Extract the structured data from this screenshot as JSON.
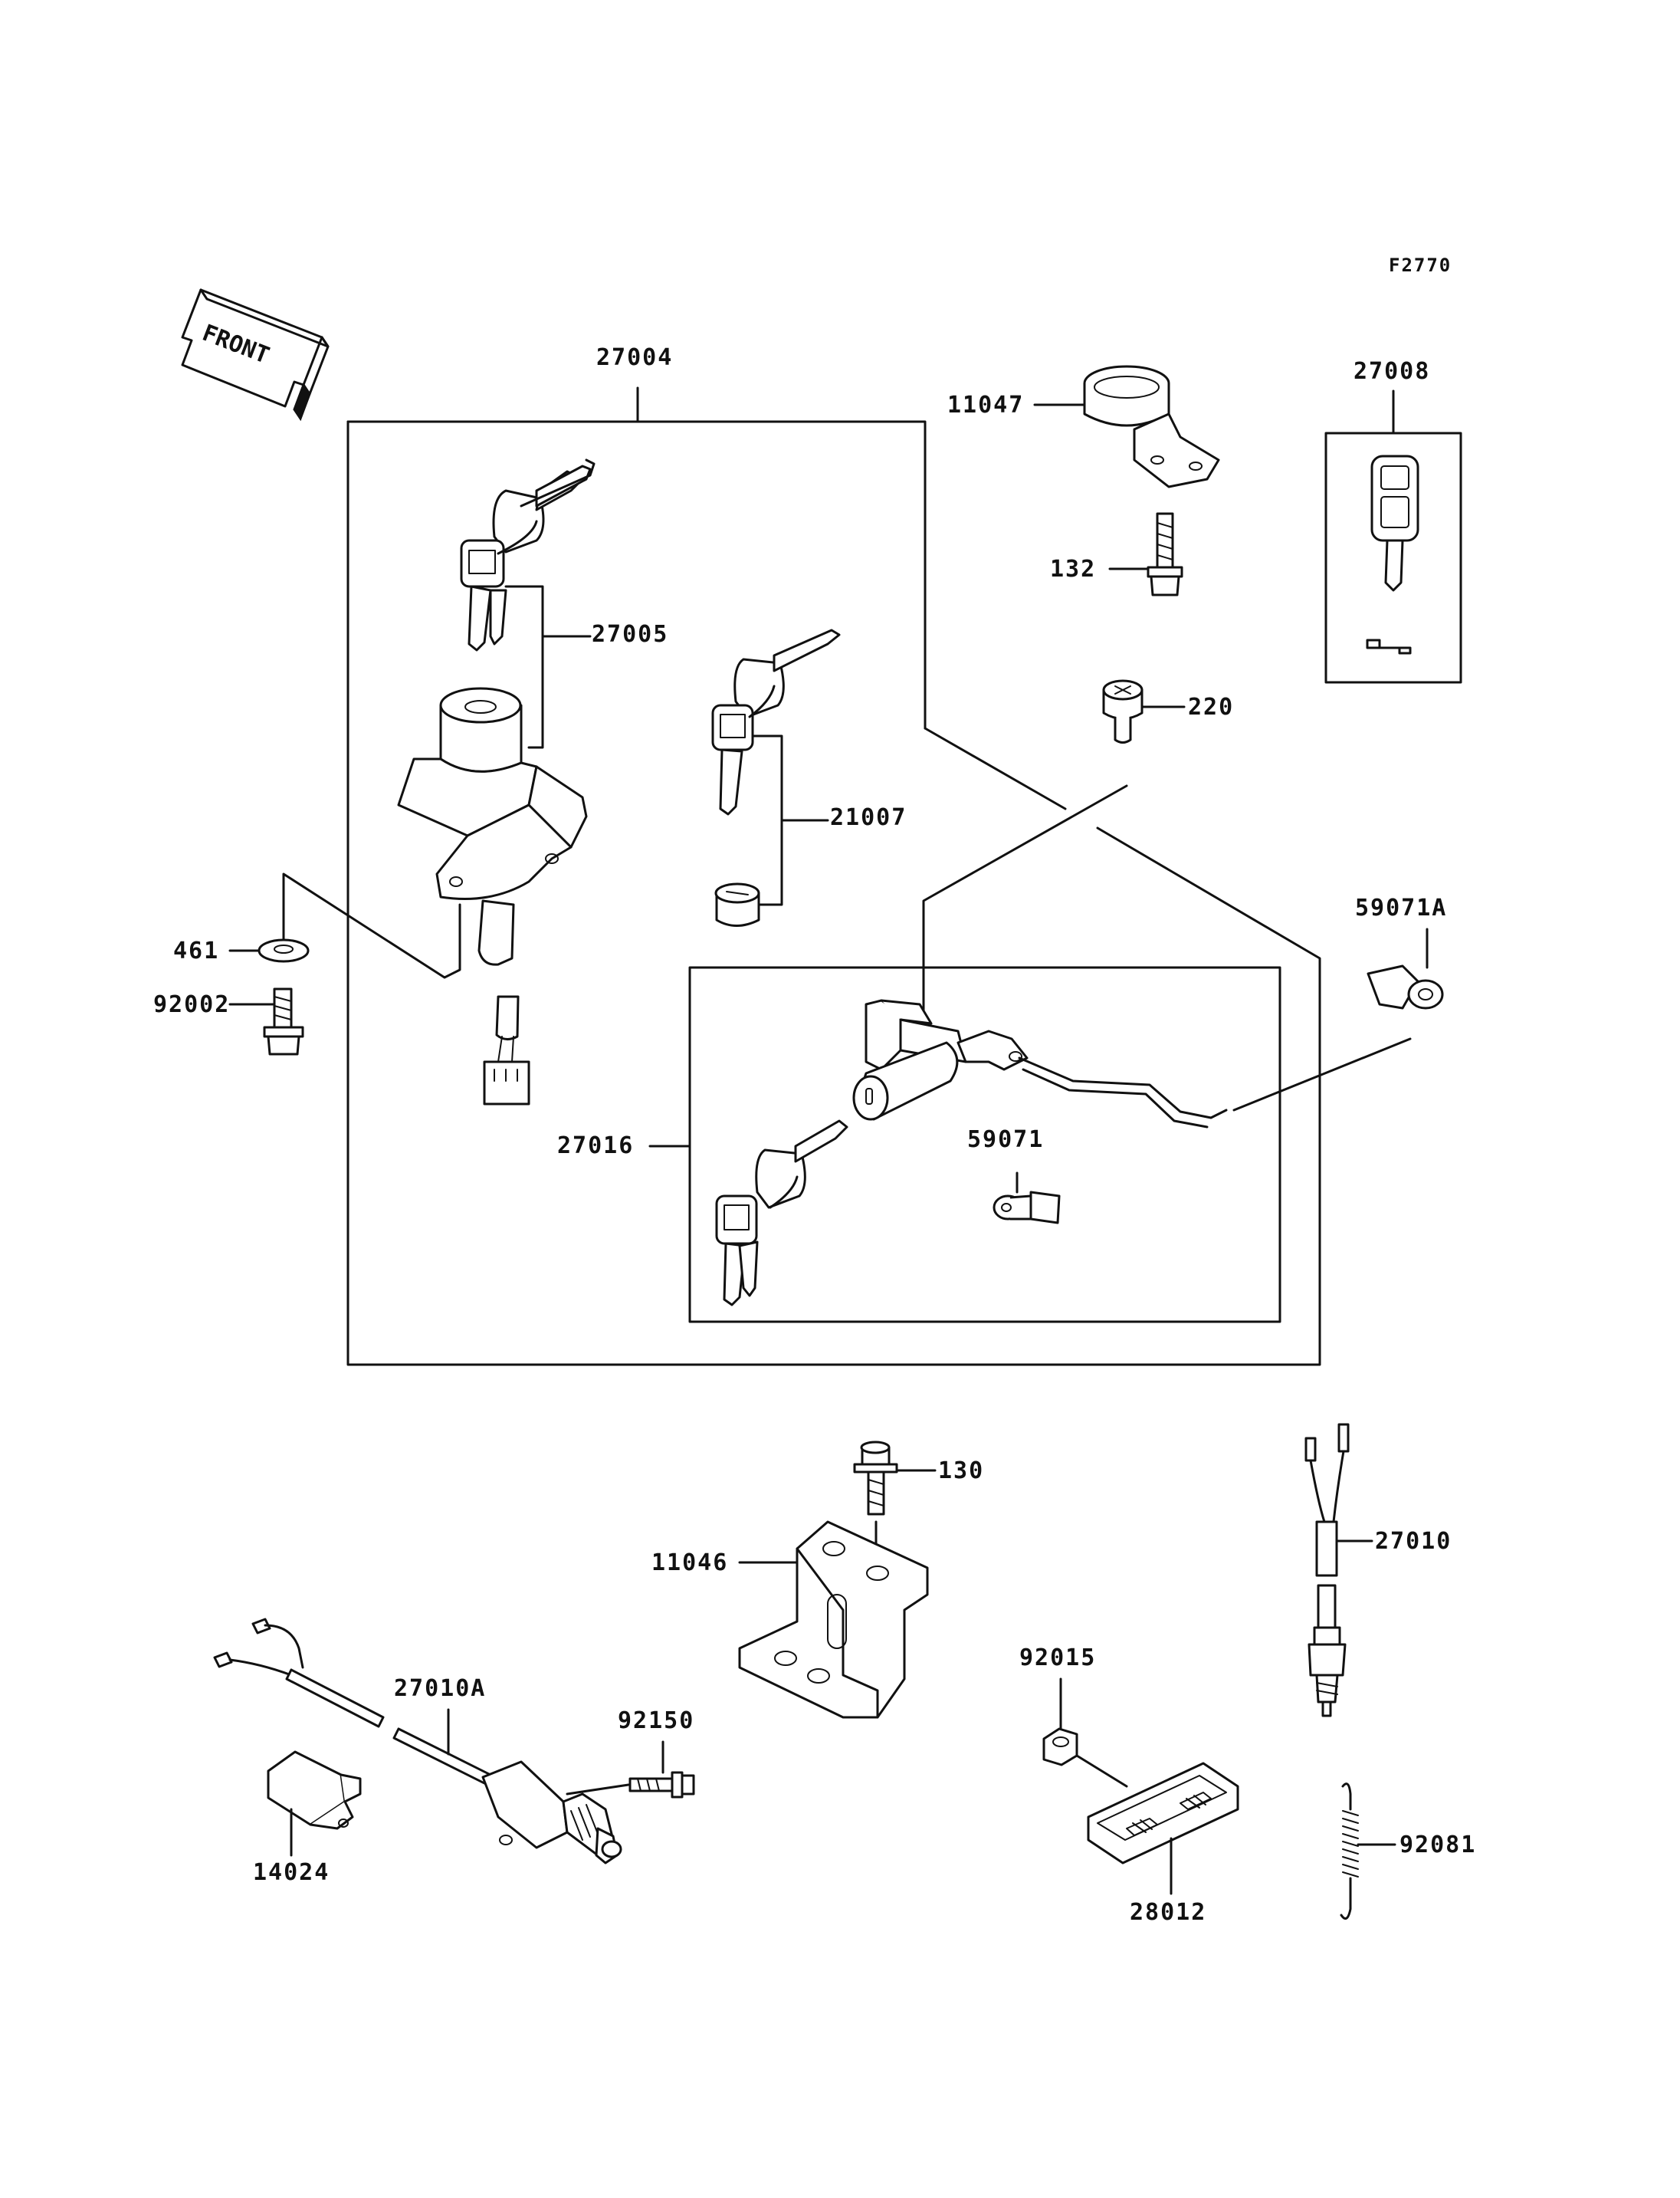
{
  "figure_code": "F2770",
  "front_label": "FRONT",
  "parts": [
    "27004",
    "27005",
    "21007",
    "27016",
    "461",
    "92002",
    "11047",
    "132",
    "27008",
    "220",
    "59071A",
    "59071",
    "130",
    "11046",
    "27010",
    "92015",
    "28012",
    "92081",
    "27010A",
    "92150",
    "14024"
  ]
}
